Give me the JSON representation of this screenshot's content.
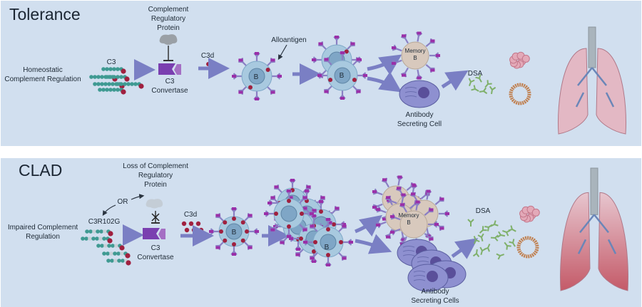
{
  "colors": {
    "panel_bg": "#d1dfef",
    "arrow": "#7a7fc4",
    "c3d": "#a0203f",
    "chain": "#3f9a92",
    "convertase": "#7a3fb0",
    "bcell": "#8cb7d6",
    "asc": "#8e90d0",
    "memory": "#d8c9bd",
    "lung": "#e3b8c4",
    "lung_clad": "#c96472",
    "antibody": "#7fb06a"
  },
  "tolerance": {
    "title": "Tolerance",
    "homeostatic": [
      "Homeostatic",
      "Complement Regulation"
    ],
    "c3": "C3",
    "crp": [
      "Complement",
      "Regulatory",
      "Protein"
    ],
    "convertase": [
      "C3",
      "Convertase"
    ],
    "c3d": "C3d",
    "alloantigen": "Alloantigen",
    "bcell": "B",
    "memory": [
      "Memory",
      "B"
    ],
    "asc": [
      "Antibody",
      "Secreting Cell"
    ],
    "dsa": "DSA"
  },
  "clad": {
    "title": "CLAD",
    "impaired": [
      "Impaired Complement",
      "Regulation"
    ],
    "c3r102g": "C3R102G",
    "or": "OR",
    "loss": [
      "Loss of Complement",
      "Regulatory",
      "Protein"
    ],
    "convertase": [
      "C3",
      "Convertase"
    ],
    "c3d": "C3d",
    "bcell": "B",
    "memory": [
      "Memory",
      "B"
    ],
    "asc": [
      "Antibody",
      "Secreting Cells"
    ],
    "dsa": "DSA"
  }
}
